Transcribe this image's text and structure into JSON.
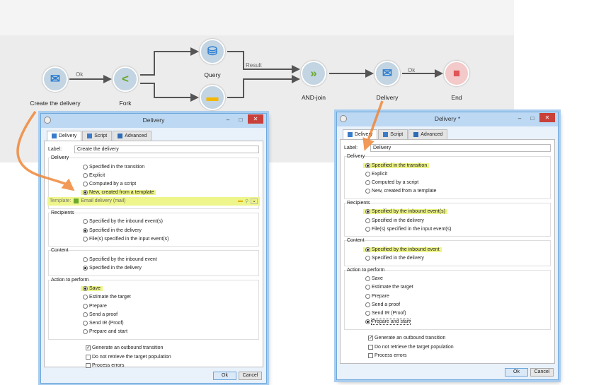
{
  "workflow": {
    "nodes": [
      {
        "id": "create",
        "label": "Create the delivery",
        "icon": "delivery-icon"
      },
      {
        "id": "fork",
        "label": "Fork",
        "icon": "fork-icon"
      },
      {
        "id": "query",
        "label": "Query",
        "icon": "query-icon"
      },
      {
        "id": "folder",
        "label": "",
        "icon": "folder-icon"
      },
      {
        "id": "andjoin",
        "label": "AND-join",
        "icon": "and-join-icon"
      },
      {
        "id": "delivery",
        "label": "Delivery",
        "icon": "delivery-icon"
      },
      {
        "id": "end",
        "label": "End",
        "icon": "end-icon"
      }
    ],
    "transitions": {
      "ok1": "Ok",
      "result": "Result",
      "ok2": "Ok"
    }
  },
  "dialogs": [
    {
      "title": "Delivery",
      "tabs": [
        "Delivery",
        "Script",
        "Advanced"
      ],
      "label_caption": "Label:",
      "label_value": "Create the delivery",
      "groups": [
        {
          "title": "Delivery",
          "options": [
            "Specified in the transition",
            "Explicit",
            "Computed by a script",
            "New, created from a template"
          ],
          "selected": 3,
          "highlight": [
            3
          ],
          "template": {
            "caption": "Template:",
            "value": "Email delivery (mail)"
          }
        },
        {
          "title": "Recipients",
          "options": [
            "Specified by the inbound event(s)",
            "Specified in the delivery",
            "File(s) specified in the input event(s)"
          ],
          "selected": 1,
          "highlight": []
        },
        {
          "title": "Content",
          "options": [
            "Specified by the inbound event",
            "Specified in the delivery"
          ],
          "selected": 1,
          "highlight": []
        },
        {
          "title": "Action to perform",
          "options": [
            "Save",
            "Estimate the target",
            "Prepare",
            "Send a proof",
            "Send IR (Proof)",
            "Prepare and start"
          ],
          "selected": 0,
          "highlight": [
            0
          ]
        }
      ],
      "checks": [
        {
          "label": "Generate an outbound transition",
          "checked": true
        },
        {
          "label": "Do not retrieve the target population",
          "checked": false
        },
        {
          "label": "Process errors",
          "checked": false
        }
      ],
      "ok": "Ok",
      "cancel": "Cancel"
    },
    {
      "title": "Delivery *",
      "tabs": [
        "Delivery",
        "Script",
        "Advanced"
      ],
      "label_caption": "Label:",
      "label_value": "Delivery",
      "groups": [
        {
          "title": "Delivery",
          "options": [
            "Specified in the transition",
            "Explicit",
            "Computed by a script",
            "New, created from a template"
          ],
          "selected": 0,
          "highlight": [
            0
          ]
        },
        {
          "title": "Recipients",
          "options": [
            "Specified by the inbound event(s)",
            "Specified in the delivery",
            "File(s) specified in the input event(s)"
          ],
          "selected": 0,
          "highlight": [
            0
          ]
        },
        {
          "title": "Content",
          "options": [
            "Specified by the inbound event",
            "Specified in the delivery"
          ],
          "selected": 0,
          "highlight": [
            0
          ]
        },
        {
          "title": "Action to perform",
          "options": [
            "Save",
            "Estimate the target",
            "Prepare",
            "Send a proof",
            "Send IR (Proof)",
            "Prepare and start"
          ],
          "selected": 5,
          "highlight": []
        }
      ],
      "checks": [
        {
          "label": "Generate an outbound transition",
          "checked": true
        },
        {
          "label": "Do not retrieve the target population",
          "checked": false
        },
        {
          "label": "Process errors",
          "checked": false
        }
      ],
      "ok": "Ok",
      "cancel": "Cancel"
    }
  ],
  "colors": {
    "highlight": "#eef58a",
    "annotation": "#f0883a",
    "node": "#c3d5e3"
  }
}
